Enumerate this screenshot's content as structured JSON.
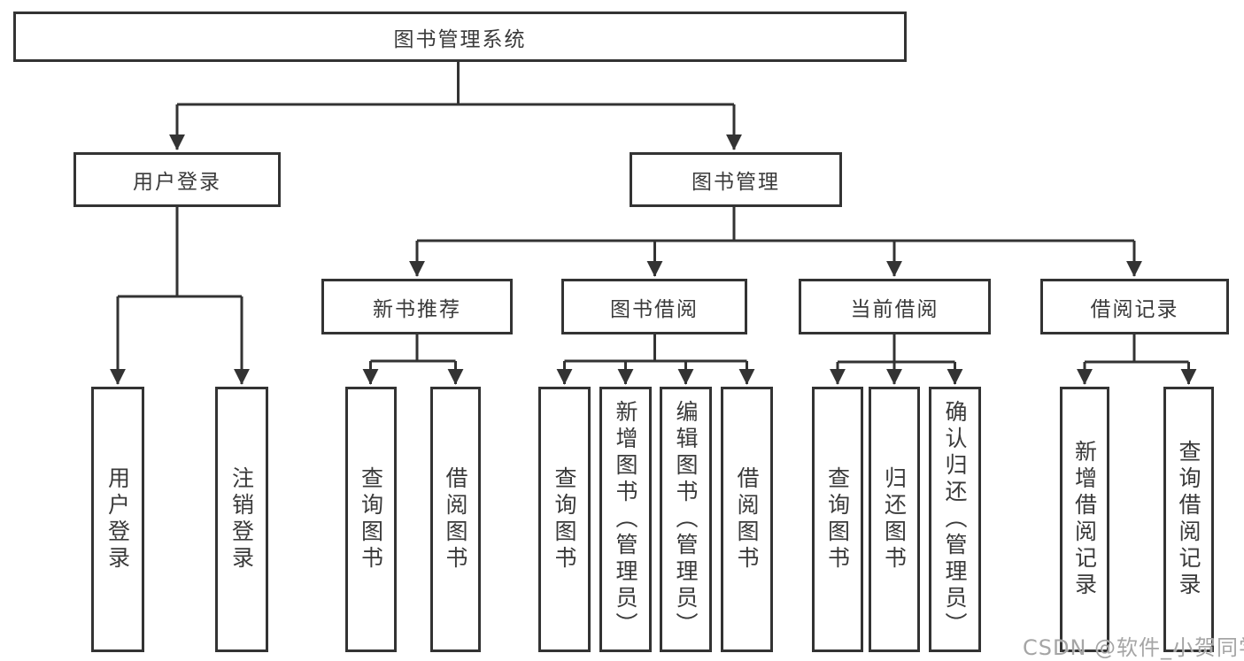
{
  "watermark": "CSDN @软件_小贺同学",
  "colors": {
    "line": "#333333",
    "box_border": "#333333",
    "box_background": "#ffffff",
    "text": "#3a3a3a",
    "watermark_text": "#a5a5a5"
  },
  "tree": {
    "root": "图书管理系统",
    "branches": [
      {
        "label": "用户登录",
        "children": [
          "用户登录",
          "注销登录"
        ]
      },
      {
        "label": "图书管理",
        "groups": [
          {
            "label": "新书推荐",
            "children": [
              "查询图书",
              "借阅图书"
            ]
          },
          {
            "label": "图书借阅",
            "children": [
              "查询图书",
              "新增图书（管理员）",
              "编辑图书（管理员）",
              "借阅图书"
            ]
          },
          {
            "label": "当前借阅",
            "children": [
              "查询图书",
              "归还图书",
              "确认归还（管理员）"
            ]
          },
          {
            "label": "借阅记录",
            "children": [
              "新增借阅记录",
              "查询借阅记录"
            ]
          }
        ]
      }
    ]
  }
}
